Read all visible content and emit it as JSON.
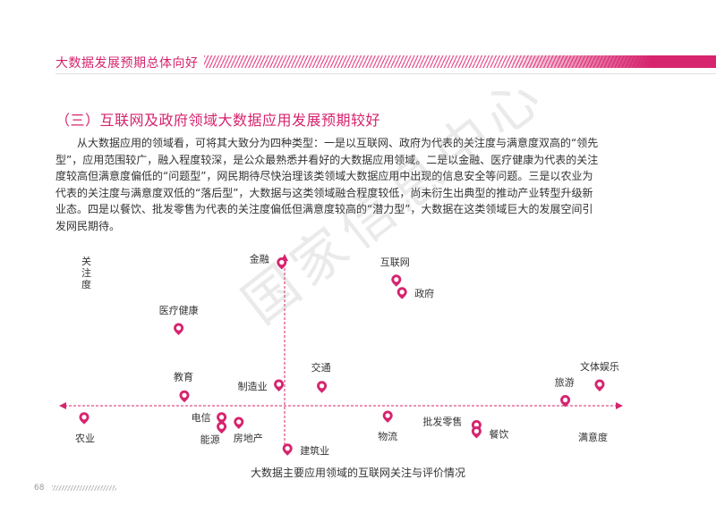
{
  "header": {
    "title": "大数据发展预期总体向好"
  },
  "section": {
    "title": "（三）互联网及政府领域大数据应用发展预期较好"
  },
  "body": {
    "paragraph": "从大数据应用的领域看，可将其大致分为四种类型：一是以互联网、政府为代表的关注度与满意度双高的“领先型”，应用范围较广，融入程度较深，是公众最熟悉并看好的大数据应用领域。二是以金融、医疗健康为代表的关注度较高但满意度偏低的“问题型”，网民期待尽快治理该类领域大数据应用中出现的信息安全等问题。三是以农业为代表的关注度与满意度双低的“落后型”，大数据与这类领域融合程度较低，尚未衍生出典型的推动产业转型升级新业态。四是以餐饮、批发零售为代表的关注度偏低但满意度较高的“潜力型”，大数据在这类领域巨大的发展空间引发网民期待。"
  },
  "colors": {
    "accent": "#d6246e",
    "axis": "#d6246e",
    "text": "#333333"
  },
  "chart_data": {
    "type": "scatter",
    "title": "大数据主要应用领域的互联网关注与评价情况",
    "xlabel": "满意度",
    "ylabel": "关注度",
    "xlim": [
      -1,
      1
    ],
    "ylim": [
      -1,
      1
    ],
    "grid": false,
    "points": [
      {
        "label": "金融",
        "x": -0.01,
        "y": 0.9
      },
      {
        "label": "互联网",
        "x": 0.39,
        "y": 0.79
      },
      {
        "label": "政府",
        "x": 0.41,
        "y": 0.71
      },
      {
        "label": "医疗健康",
        "x": -0.37,
        "y": 0.48
      },
      {
        "label": "交通",
        "x": 0.13,
        "y": 0.11
      },
      {
        "label": "制造业",
        "x": -0.02,
        "y": 0.12
      },
      {
        "label": "教育",
        "x": -0.35,
        "y": 0.05
      },
      {
        "label": "文体娱乐",
        "x": 1.1,
        "y": 0.12
      },
      {
        "label": "旅游",
        "x": 0.98,
        "y": 0.02
      },
      {
        "label": "农业",
        "x": -0.7,
        "y": -0.09
      },
      {
        "label": "电信",
        "x": -0.22,
        "y": -0.09
      },
      {
        "label": "能源",
        "x": -0.22,
        "y": -0.15
      },
      {
        "label": "房地产",
        "x": -0.16,
        "y": -0.12
      },
      {
        "label": "建筑业",
        "x": 0.01,
        "y": -0.29
      },
      {
        "label": "物流",
        "x": 0.36,
        "y": -0.08
      },
      {
        "label": "批发零售",
        "x": 0.67,
        "y": -0.14
      },
      {
        "label": "餐饮",
        "x": 0.67,
        "y": -0.18
      }
    ]
  },
  "watermark": {
    "text": "国家信息中心"
  },
  "footer": {
    "page_number": "68"
  }
}
